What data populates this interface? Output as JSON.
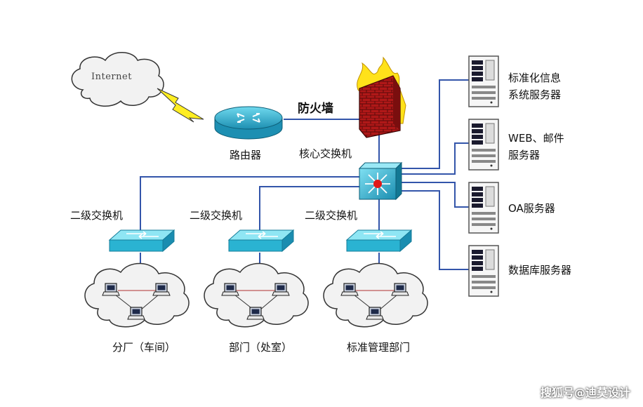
{
  "internet": "Internet",
  "router": "路由器",
  "firewall": "防火墙",
  "core_switch": "核心交换机",
  "l2_switches": [
    "二级交换机",
    "二级交换机",
    "二级交换机"
  ],
  "groups": [
    "分厂（车间）",
    "部门（处室）",
    "标准管理部门"
  ],
  "servers": [
    [
      "标准化信息",
      "系统服务器"
    ],
    [
      "WEB、邮件",
      "服务器"
    ],
    [
      "OA服务器"
    ],
    [
      "数据库服务器"
    ]
  ],
  "watermark": "搜狐号@迪莫设计",
  "colors": {
    "cloud_bg": "#f2f2f2",
    "network_line": "#3355aa",
    "switch_cyan": "#3ec8e0",
    "firewall_red": "#b01818",
    "flame": "#ffe21a"
  }
}
